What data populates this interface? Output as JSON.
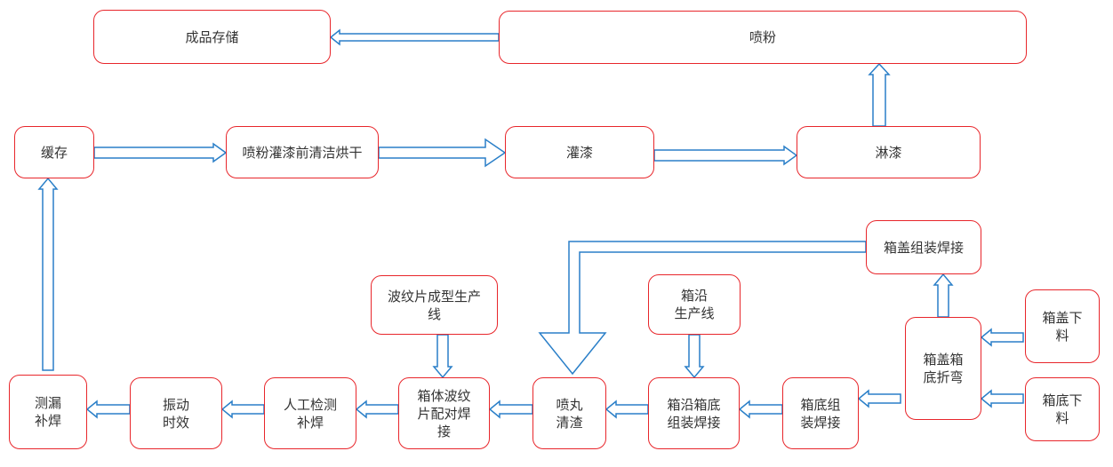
{
  "colors": {
    "node_border": "#e8262b",
    "arrow_stroke": "#2a7fc8",
    "arrow_fill": "#ffffff",
    "text": "#333333"
  },
  "nodes": {
    "finished_storage": "成品存储",
    "powder_spray": "喷粉",
    "buffer": "缓存",
    "pre_clean_dry": "喷粉灌漆前清洁烘干",
    "paint_fill": "灌漆",
    "paint_pour": "淋漆",
    "lid_weld": "箱盖组装焊接",
    "corrugated_line": "波纹片成型生产\n线",
    "edge_line": "箱沿\n生产线",
    "lid_cutting": "箱盖下\n料",
    "leak_repair": "测漏\n补焊",
    "vibration_aging": "振动\n时效",
    "manual_inspect": "人工检测\n补焊",
    "body_weld": "箱体波纹\n片配对焊\n接",
    "shot_blast": "喷丸\n清渣",
    "edge_bottom_weld": "箱沿箱底\n组装焊接",
    "bottom_weld": "箱底组\n装焊接",
    "lid_bottom_bend": "箱盖箱\n底折弯",
    "bottom_cutting": "箱底下\n料"
  }
}
